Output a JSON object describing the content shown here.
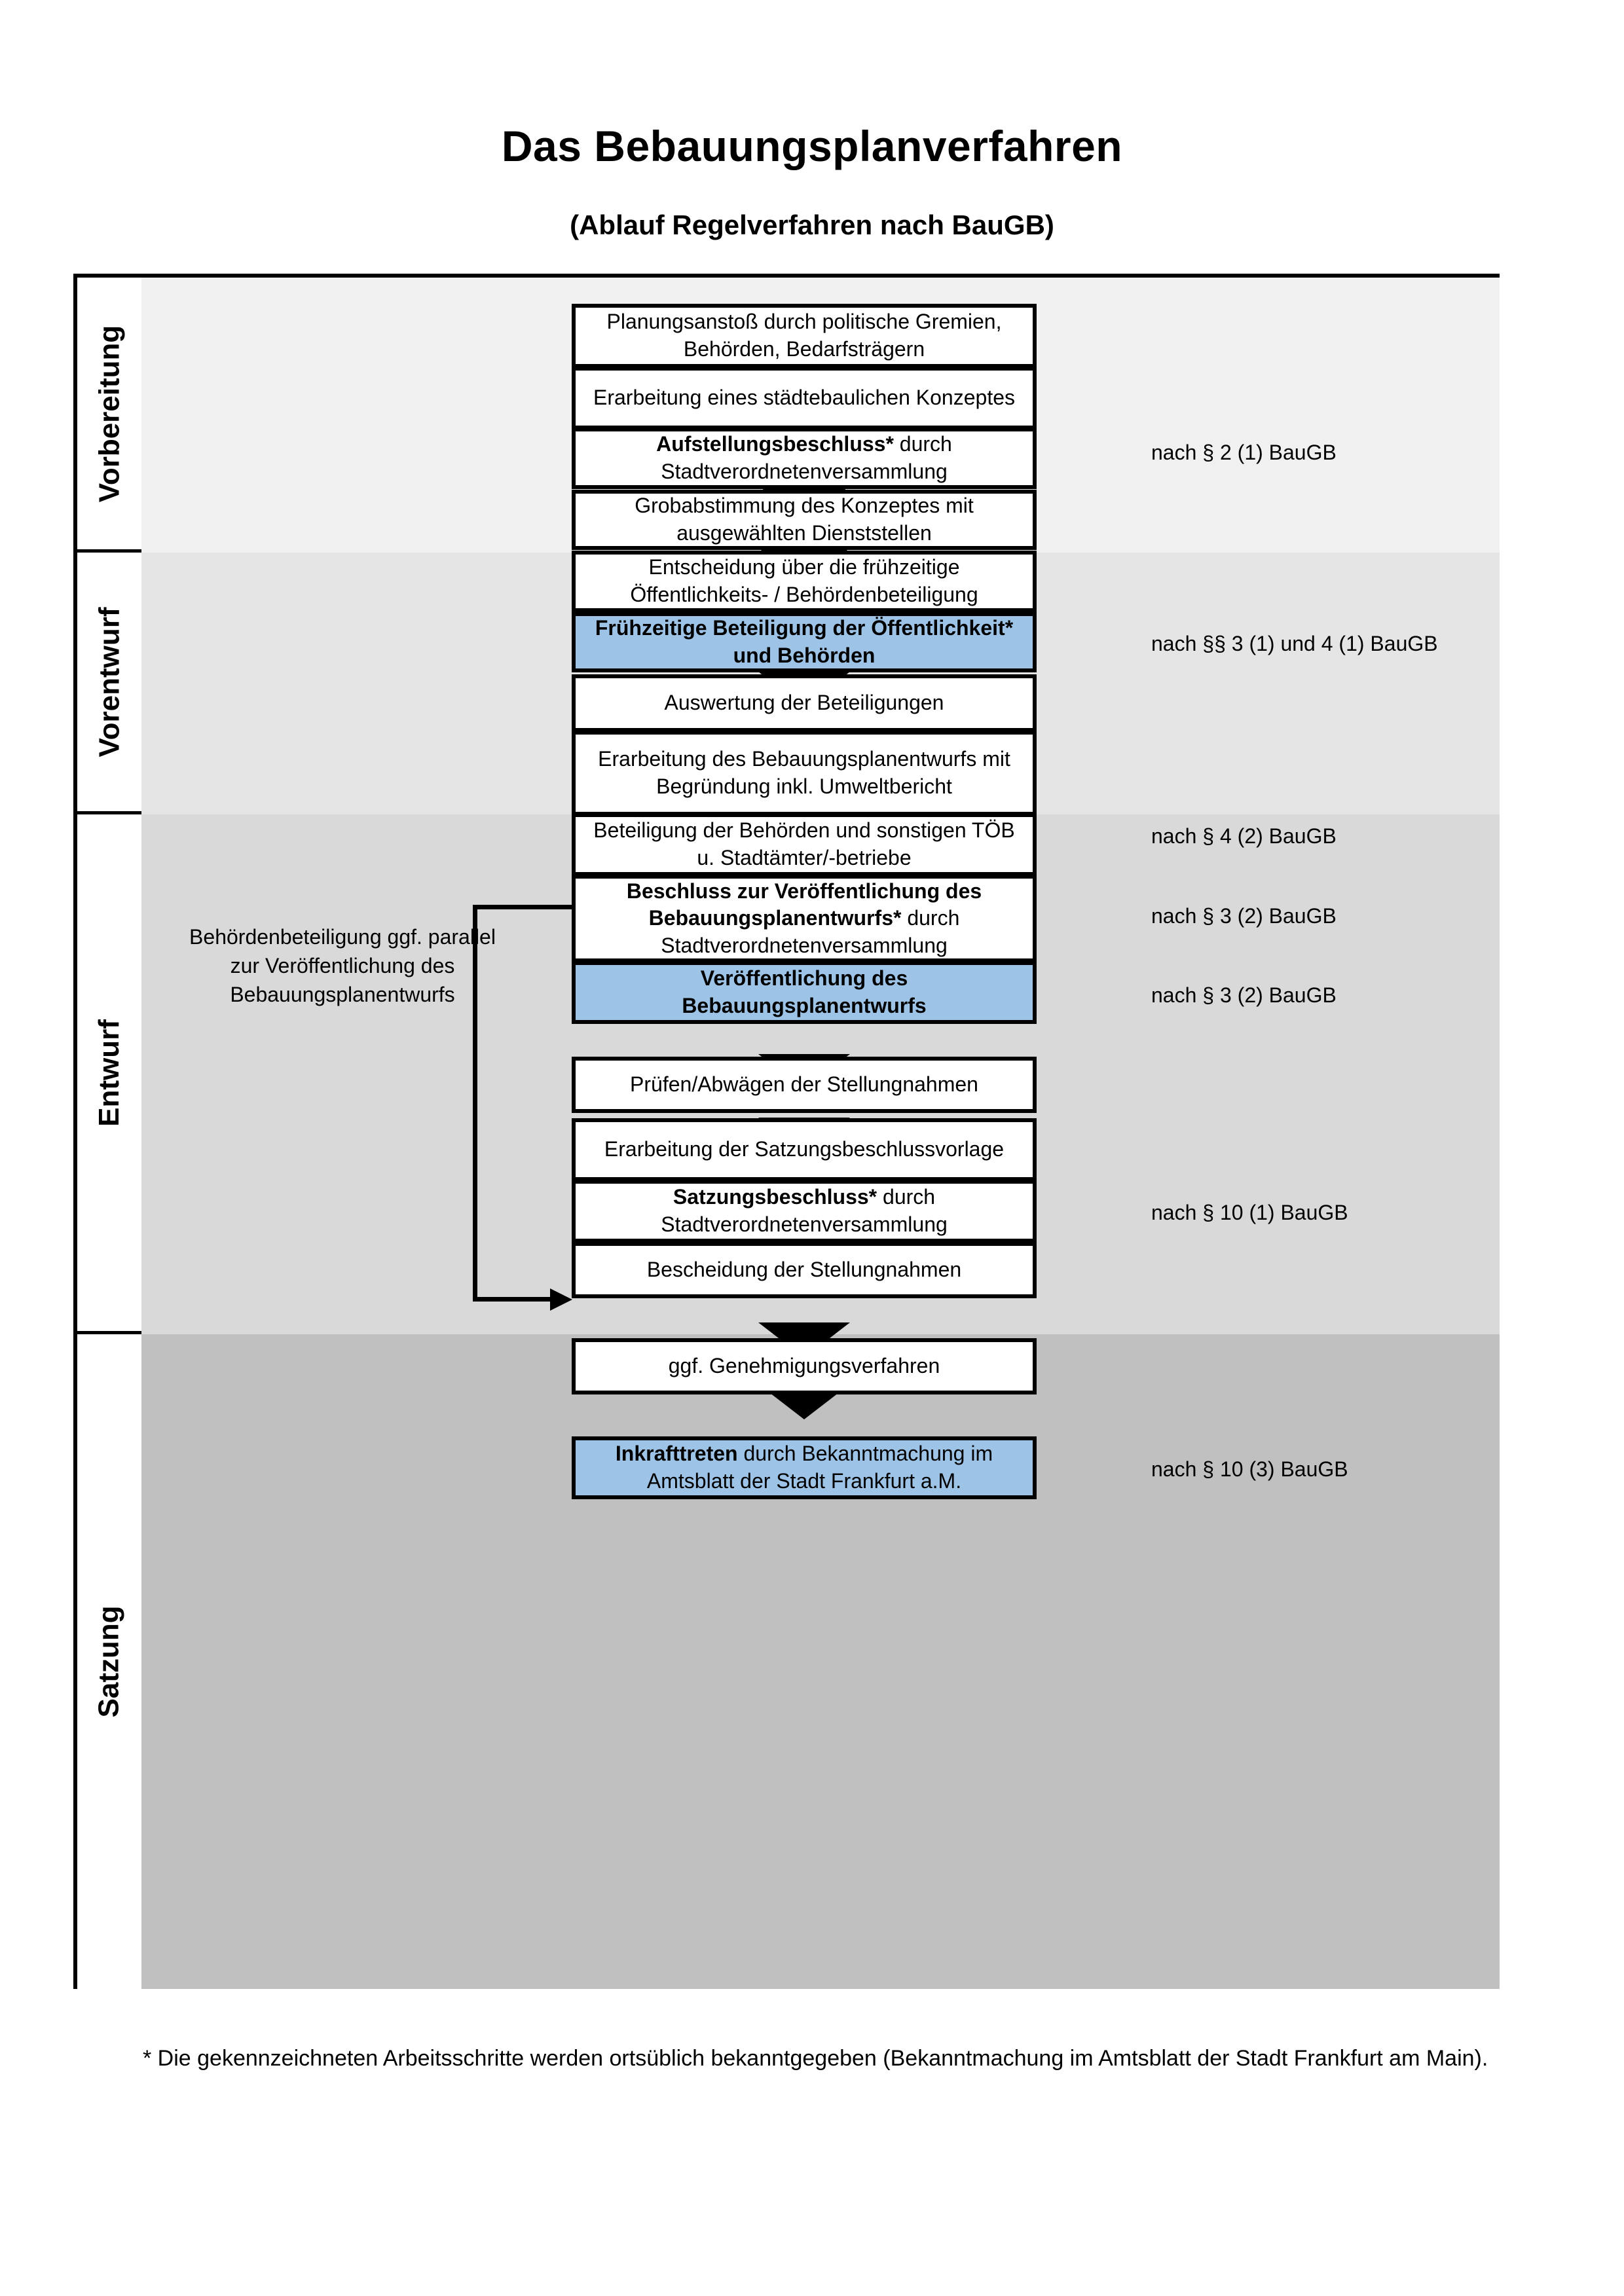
{
  "header": {
    "title": "Das Bebauungsplanverfahren",
    "subtitle": "(Ablauf Regelverfahren nach BauGB)"
  },
  "phases": [
    {
      "label": "Vorbereitung"
    },
    {
      "label": "Vorentwurf"
    },
    {
      "label": "Entwurf"
    },
    {
      "label": "Satzung"
    }
  ],
  "sidenote": "Behördenbeteiligung ggf. parallel zur Veröffentlichung des Bebauungsplanentwurfs",
  "nodes": [
    {
      "id": "n1",
      "text": "Planungsanstoß durch politische Gremien, Behörden, Bedarfsträgern",
      "bold": "",
      "rest": "",
      "highlight": false
    },
    {
      "id": "n2",
      "text": "Erarbeitung eines städtebaulichen Konzeptes",
      "bold": "",
      "rest": "",
      "highlight": false
    },
    {
      "id": "n3",
      "text": "Aufstellungsbeschluss* durch Stadtverordnetenversammlung",
      "bold": "Aufstellungsbeschluss*",
      "rest": " durch Stadtverordnetenversammlung",
      "highlight": false
    },
    {
      "id": "n4",
      "text": "Grobabstimmung des Konzeptes mit ausgewählten Dienststellen",
      "bold": "",
      "rest": "",
      "highlight": false
    },
    {
      "id": "n5",
      "text": "Entscheidung über die frühzeitige Öffentlichkeits- / Behördenbeteiligung",
      "bold": "",
      "rest": "",
      "highlight": false
    },
    {
      "id": "n6",
      "text": "Frühzeitige Beteiligung der Öffentlichkeit* und Behörden",
      "bold": "Frühzeitige Beteiligung der Öffentlichkeit* und Behörden",
      "rest": "",
      "highlight": true
    },
    {
      "id": "n7",
      "text": "Auswertung der Beteiligungen",
      "bold": "",
      "rest": "",
      "highlight": false
    },
    {
      "id": "n8",
      "text": "Erarbeitung des Bebauungsplanentwurfs mit Begründung inkl. Umweltbericht",
      "bold": "",
      "rest": "",
      "highlight": false
    },
    {
      "id": "n9",
      "text": "Beteiligung der Behörden und sonstigen TÖB u. Stadtämter/-betriebe",
      "bold": "",
      "rest": "",
      "highlight": false
    },
    {
      "id": "n10",
      "text": "Beschluss zur Veröffentlichung des Bebauungsplanentwurfs* durch Stadtverordnetenversammlung",
      "bold": "Beschluss zur Veröffentlichung des Bebauungsplanentwurfs*",
      "rest": " durch Stadtverordnetenversammlung",
      "highlight": false
    },
    {
      "id": "n11",
      "text": "Veröffentlichung des Bebauungsplanentwurfs",
      "bold": "Veröffentlichung des Bebauungsplanentwurfs",
      "rest": "",
      "highlight": true
    },
    {
      "id": "n12",
      "text": "Prüfen/Abwägen der Stellungnahmen",
      "bold": "",
      "rest": "",
      "highlight": false
    },
    {
      "id": "n13",
      "text": "Erarbeitung der Satzungsbeschlussvorlage",
      "bold": "",
      "rest": "",
      "highlight": false
    },
    {
      "id": "n14",
      "text": "Satzungsbeschluss* durch Stadtverordnetenversammlung",
      "bold": "Satzungsbeschluss*",
      "rest": " durch Stadtverordnetenversammlung",
      "highlight": false
    },
    {
      "id": "n15",
      "text": "Bescheidung der Stellungnahmen",
      "bold": "",
      "rest": "",
      "highlight": false
    },
    {
      "id": "n16",
      "text": "ggf. Genehmigungsverfahren",
      "bold": "",
      "rest": "",
      "highlight": false
    },
    {
      "id": "n17",
      "text": "Inkrafttreten durch Bekanntmachung im Amtsblatt der Stadt Frankfurt a.M.",
      "bold": "Inkrafttreten",
      "rest": " durch Bekanntmachung im Amtsblatt der Stadt Frankfurt a.M.",
      "highlight": true
    }
  ],
  "references": [
    {
      "text": "nach § 2 (1) BauGB"
    },
    {
      "text": "nach §§ 3 (1) und 4 (1) BauGB"
    },
    {
      "text": "nach § 4 (2) BauGB"
    },
    {
      "text": "nach § 3 (2) BauGB"
    },
    {
      "text": "nach § 3 (2) BauGB"
    },
    {
      "text": "nach § 10 (1) BauGB"
    },
    {
      "text": "nach § 10 (3) BauGB"
    }
  ],
  "footnote": "* Die gekennzeichneten Arbeitsschritte werden ortsüblich bekanntgegeben (Bekanntmachung im Amtsblatt  der Stadt Frankfurt am Main).",
  "colors": {
    "band1": "#f0f0f0",
    "band2": "#e5e5e5",
    "band3": "#d9d9d9",
    "band4": "#c0c0c0",
    "highlight": "#9dc3e6",
    "stroke": "#000000"
  }
}
